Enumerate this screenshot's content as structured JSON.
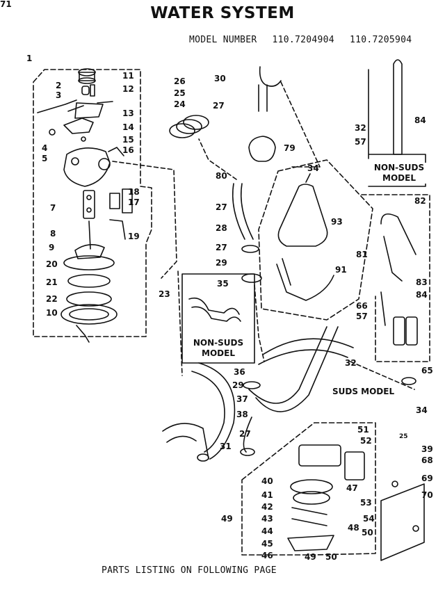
{
  "title": "WATER SYSTEM",
  "model": {
    "prefix": "MODEL NUMBER",
    "numbers": [
      "110.7204904",
      "110.7205904"
    ]
  },
  "footer": "PARTS LISTING ON FOLLOWING PAGE",
  "boxes": {
    "non_suds_left": [
      "NON-SUDS",
      "MODEL"
    ],
    "non_suds_right": [
      "NON-SUDS",
      "MODEL"
    ],
    "suds": "SUDS MODEL"
  },
  "corner_mark": "25",
  "callouts": [
    "1",
    "2",
    "3",
    "4",
    "5",
    "7",
    "8",
    "9",
    "20",
    "21",
    "22",
    "10",
    "11",
    "12",
    "13",
    "14",
    "15",
    "16",
    "18",
    "17",
    "19",
    "23",
    "26",
    "25",
    "24",
    "30",
    "27",
    "80",
    "27",
    "28",
    "27",
    "29",
    "35",
    "36",
    "29",
    "37",
    "38",
    "27",
    "31",
    "79",
    "34",
    "93",
    "81",
    "91",
    "32",
    "57",
    "84",
    "82",
    "83",
    "84",
    "66",
    "57",
    "32",
    "65",
    "34",
    "51",
    "52",
    "47",
    "53",
    "54",
    "48",
    "50",
    "40",
    "41",
    "42",
    "43",
    "44",
    "45",
    "46",
    "49",
    "50",
    "49",
    "39",
    "68",
    "69",
    "70",
    "71"
  ]
}
